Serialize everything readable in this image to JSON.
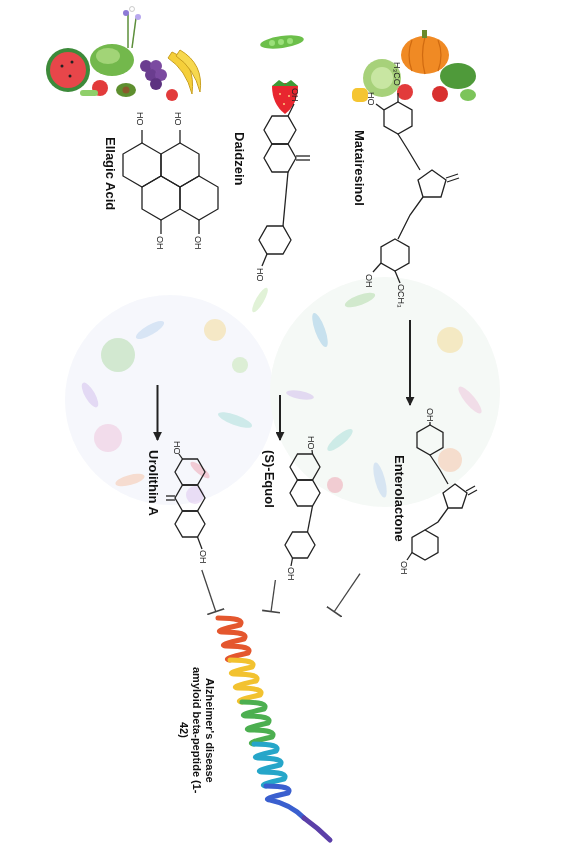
{
  "diagram": {
    "nodes": [
      {
        "text": [
          "Ellagic Acid"
        ]
      },
      {
        "text": [
          "Daidzein"
        ]
      },
      {
        "text": [
          "Matairesinol"
        ]
      },
      {
        "text": [
          "Urolithin A"
        ]
      },
      {
        "text": [
          "(S)-Equol"
        ]
      },
      {
        "text": [
          "Enterolactone"
        ]
      },
      {
        "text": [
          "Alzheimer's disease amyloid beta-peptide (1-42)"
        ]
      }
    ],
    "edges": [
      {
        "from": 0,
        "to": 3,
        "arrow": "to"
      },
      {
        "from": 1,
        "to": 4,
        "arrow": "to"
      },
      {
        "from": 2,
        "to": 5,
        "arrow": "to"
      },
      {
        "from": 3,
        "to": 6,
        "arrow": "to"
      },
      {
        "from": 4,
        "to": 6,
        "arrow": "to"
      },
      {
        "from": 5,
        "to": 6,
        "arrow": "to"
      }
    ],
    "labels": [
      "HO",
      "HO",
      "OH",
      "OH",
      "OH",
      "HO",
      "H₃CO",
      "HO",
      "OH",
      "OCH₃",
      "HO",
      "OH",
      "HO",
      "OH",
      "OH",
      "OH"
    ]
  }
}
